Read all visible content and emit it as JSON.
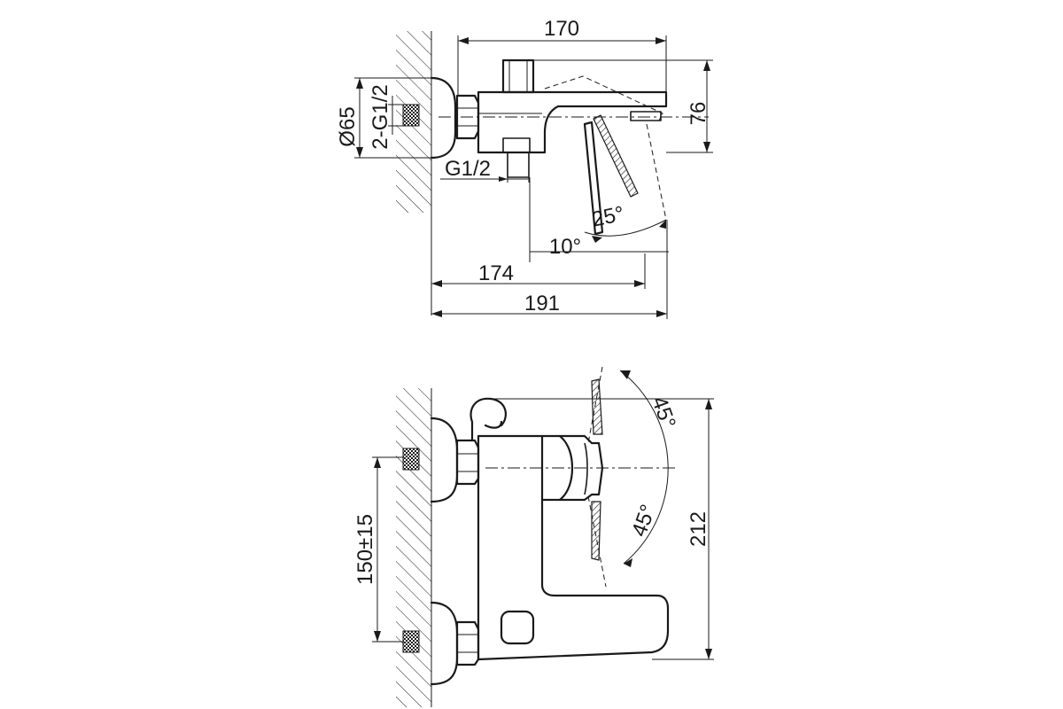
{
  "top_view": {
    "dim_overall_width": "170",
    "dim_height": "76",
    "dim_diameter": "Ø65",
    "dim_inlet_thread": "2-G1/2",
    "dim_outlet_thread": "G1/2",
    "dim_angle_lever": "25°",
    "dim_angle_spout": "10°",
    "dim_depth_174": "174",
    "dim_depth_191": "191"
  },
  "side_view": {
    "dim_center_distance": "150±15",
    "dim_angle_upper": "45°",
    "dim_angle_lower": "45°",
    "dim_total_height": "212"
  }
}
